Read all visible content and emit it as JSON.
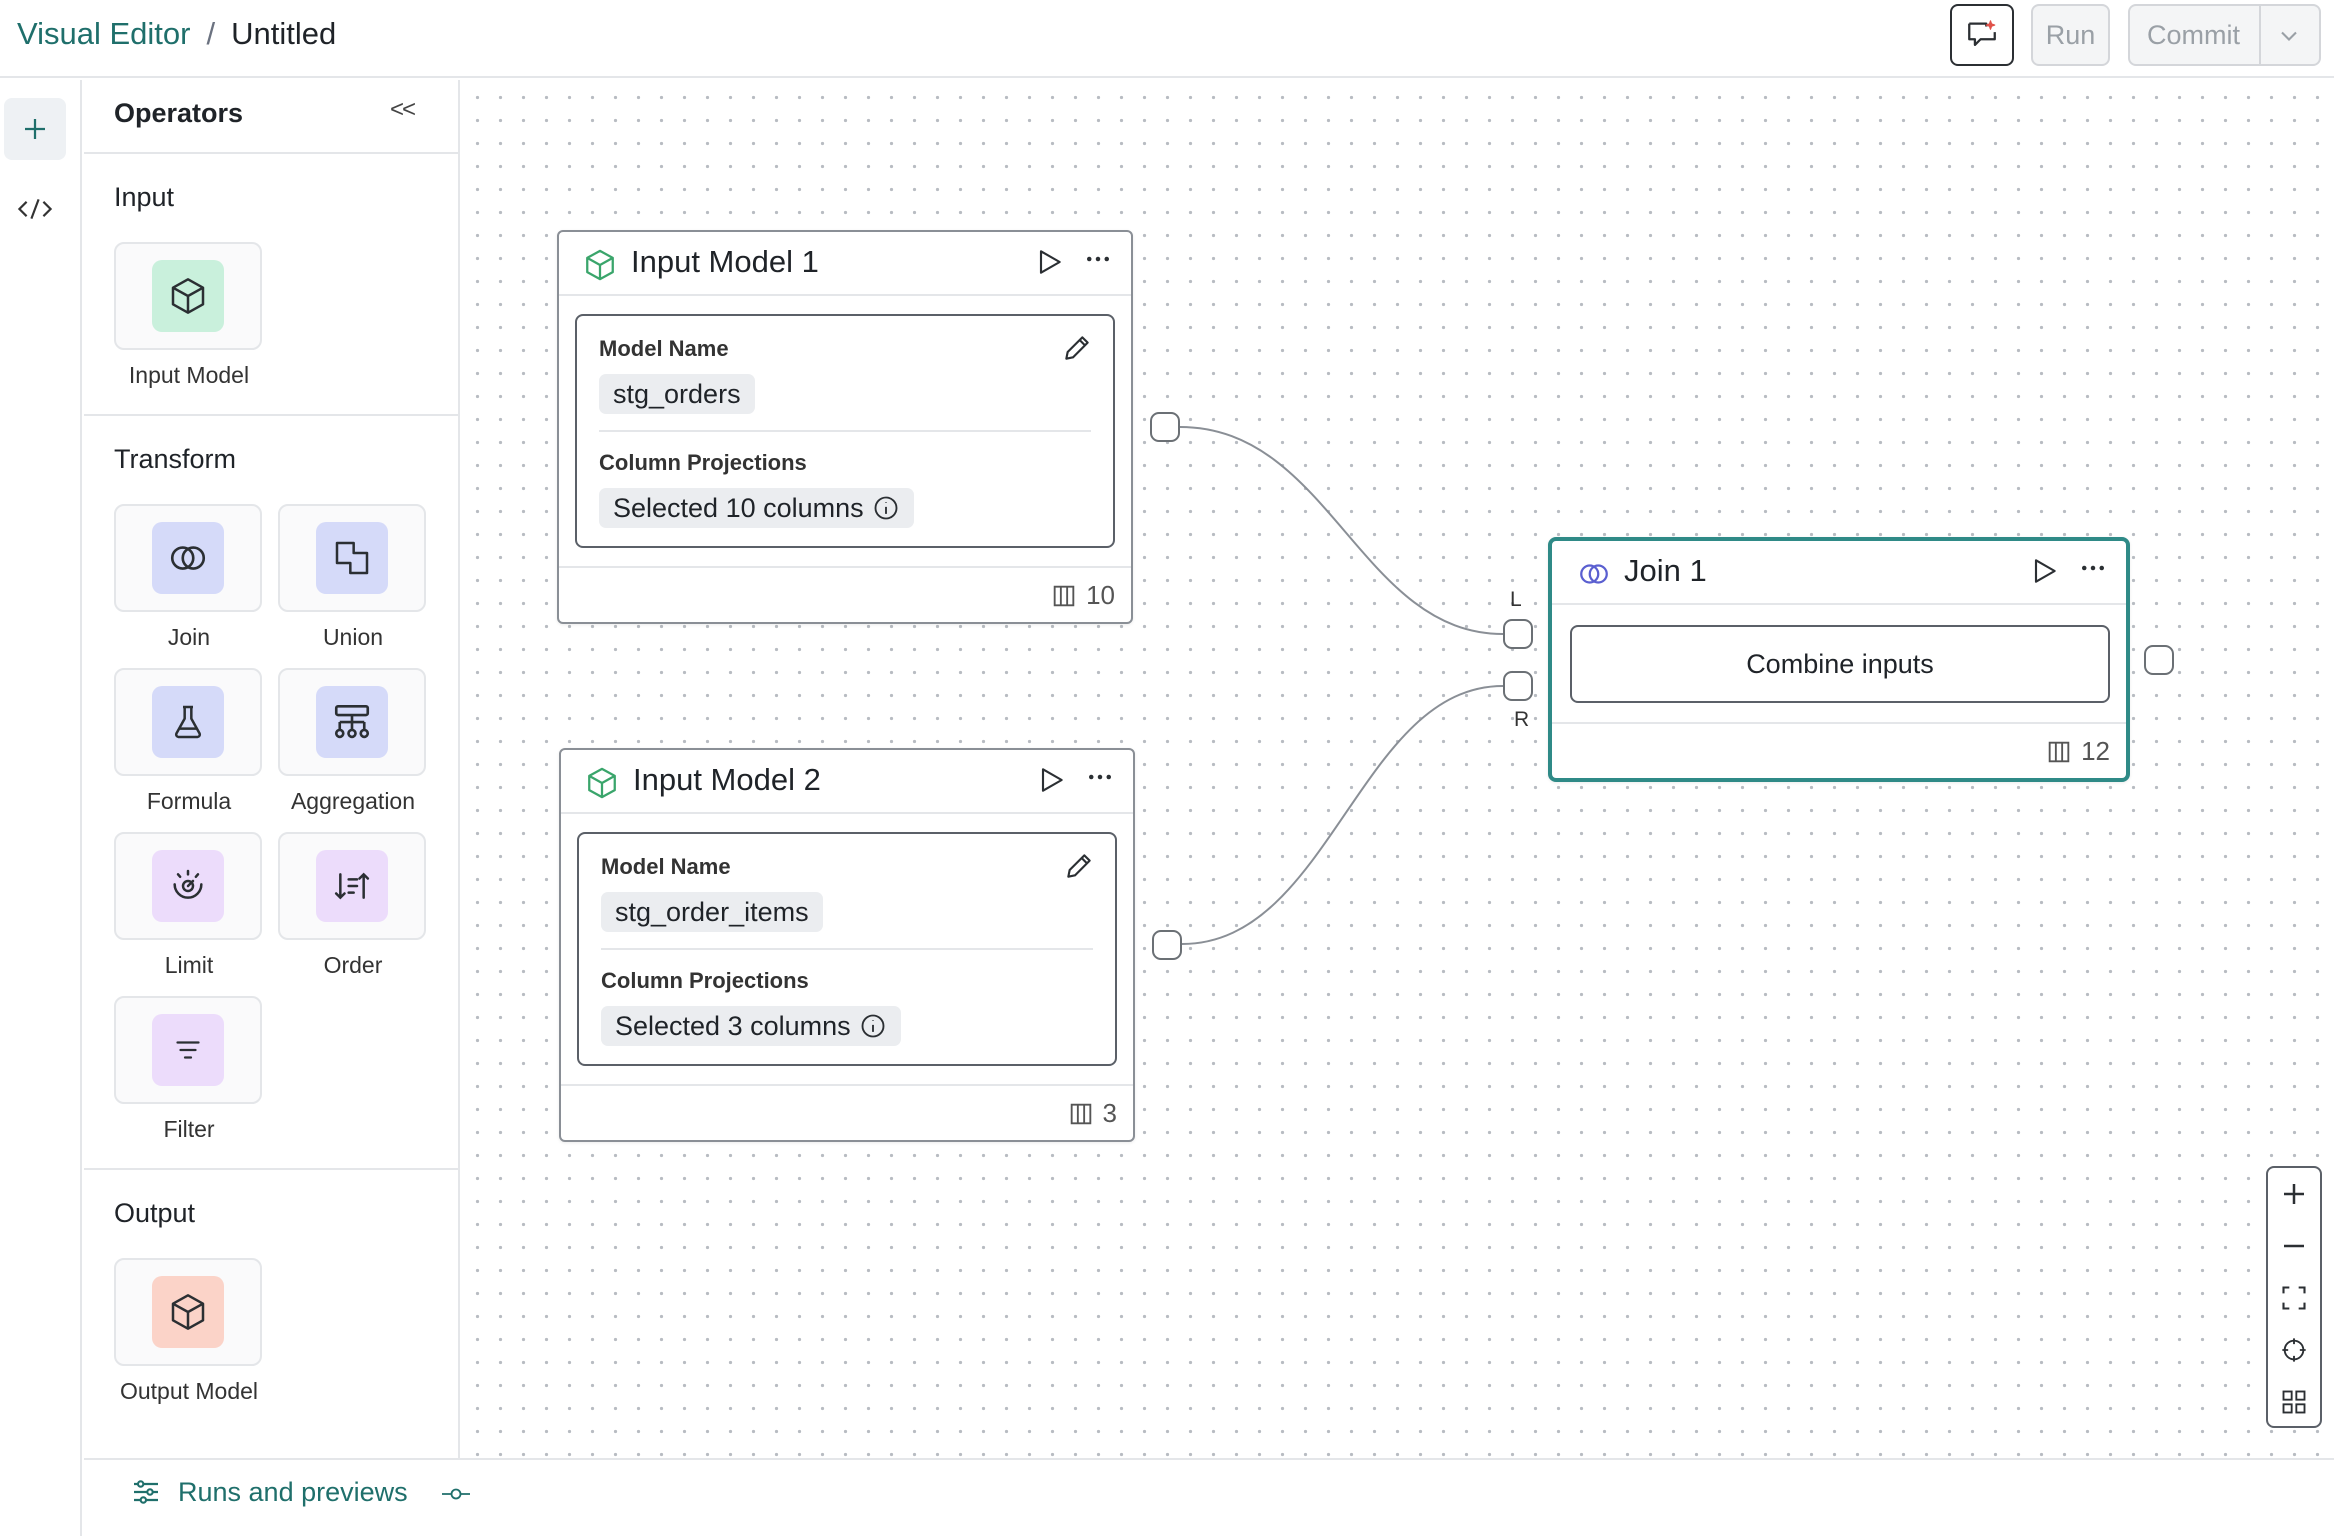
{
  "header": {
    "breadcrumb_root": "Visual Editor",
    "breadcrumb_sep": "/",
    "breadcrumb_current": "Untitled",
    "run_label": "Run",
    "commit_label": "Commit"
  },
  "panel": {
    "title": "Operators",
    "collapse_label": "<<",
    "sections": {
      "input": "Input",
      "transform": "Transform",
      "output": "Output"
    },
    "operators": {
      "input_model": "Input Model",
      "join": "Join",
      "union": "Union",
      "formula": "Formula",
      "aggregation": "Aggregation",
      "limit": "Limit",
      "order": "Order",
      "filter": "Filter",
      "output_model": "Output Model"
    }
  },
  "nodes": {
    "input1": {
      "title": "Input Model 1",
      "model_name_label": "Model Name",
      "model_name": "stg_orders",
      "projections_label": "Column Projections",
      "projections": "Selected 10 columns",
      "column_count": "10"
    },
    "input2": {
      "title": "Input Model 2",
      "model_name_label": "Model Name",
      "model_name": "stg_order_items",
      "projections_label": "Column Projections",
      "projections": "Selected 3 columns",
      "column_count": "3"
    },
    "join1": {
      "title": "Join 1",
      "action": "Combine inputs",
      "column_count": "12",
      "left_port": "L",
      "right_port": "R"
    }
  },
  "bottom": {
    "runs_label": "Runs and previews"
  },
  "colors": {
    "accent_teal": "#1f6f6b",
    "join_border": "#2f8a87",
    "input_icon_bg": "#c9f0dc",
    "transform_icon_bg": "#d5daf9",
    "limit_icon_bg": "#ecdcfb",
    "output_icon_bg": "#fbd3c8"
  },
  "icons": [
    "plus-icon",
    "code-icon",
    "cube-icon",
    "join-icon",
    "union-icon",
    "flask-icon",
    "aggregation-icon",
    "limit-icon",
    "order-icon",
    "filter-icon",
    "play-icon",
    "more-icon",
    "pencil-icon",
    "info-icon",
    "columns-icon",
    "zoom-in-icon",
    "zoom-out-icon",
    "fit-view-icon",
    "center-icon",
    "minimap-icon",
    "comment-ai-icon",
    "chevron-down-icon",
    "sliders-icon",
    "pin-icon"
  ]
}
